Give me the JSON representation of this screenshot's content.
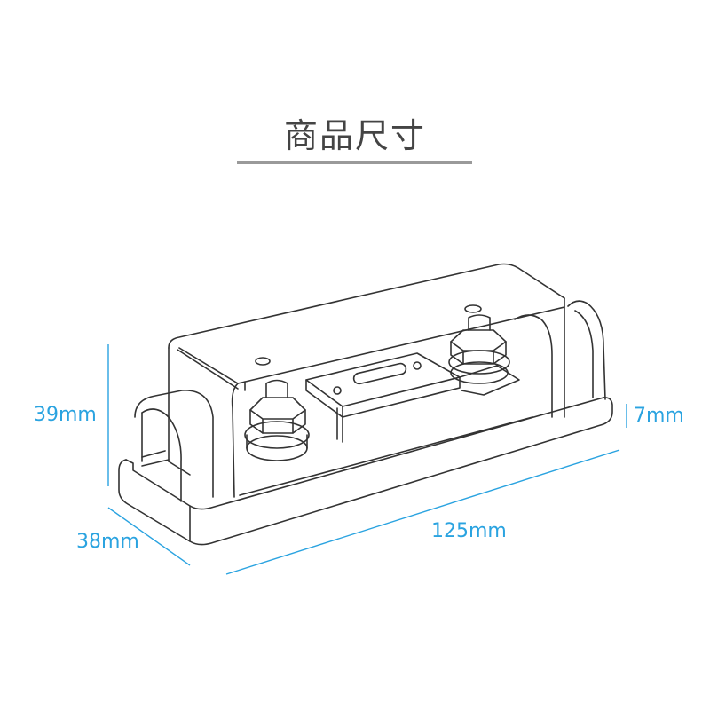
{
  "title": "商品尺寸",
  "dimensions": {
    "height": "39mm",
    "depth": "38mm",
    "length": "125mm",
    "base_height": "7mm"
  },
  "colors": {
    "dimension": "#2aa3e0",
    "outline": "#333333",
    "title": "#444444",
    "rule": "#9a9a9a"
  }
}
